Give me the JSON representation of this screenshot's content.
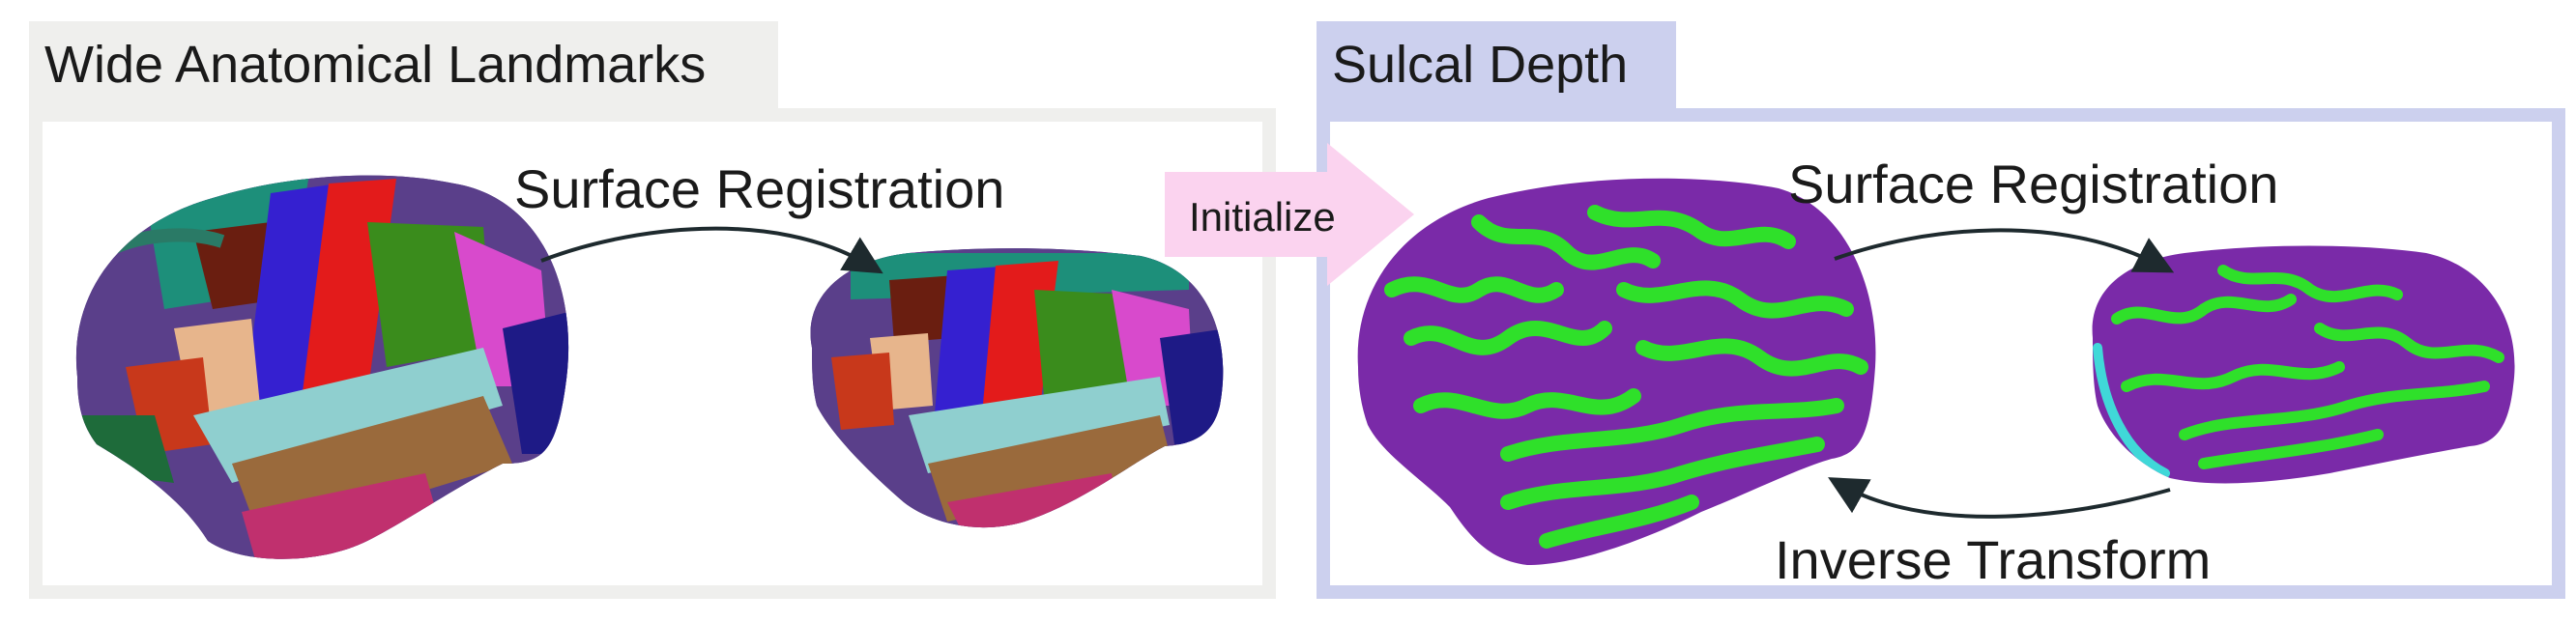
{
  "left_panel": {
    "title": "Wide Anatomical Landmarks",
    "arrow_label": "Surface Registration",
    "colors": {
      "tab": "#efefed",
      "border": "#efefed"
    }
  },
  "initialize": {
    "label": "Initialize",
    "color": "#fbd3ef"
  },
  "right_panel": {
    "title": "Sulcal Depth",
    "arrow_label_top": "Surface Registration",
    "arrow_label_bottom": "Inverse Transform",
    "colors": {
      "tab": "#ccd0ee",
      "border": "#ccd0ee",
      "gyri": "#2fe02a",
      "sulci": "#7a2aa8"
    }
  },
  "images": [
    {
      "name": "parcellated-brain-large",
      "depicts": "lateral brain surface colored by anatomical parcels"
    },
    {
      "name": "parcellated-brain-small",
      "depicts": "smaller lateral brain surface colored by anatomical parcels"
    },
    {
      "name": "sulcal-depth-brain-large",
      "depicts": "lateral brain surface colored green (gyri) and purple (sulci)"
    },
    {
      "name": "sulcal-depth-brain-small",
      "depicts": "smaller lateral brain surface colored green and purple"
    }
  ]
}
